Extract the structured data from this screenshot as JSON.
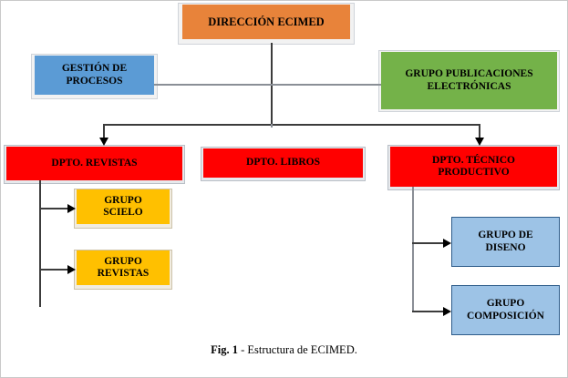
{
  "figure": {
    "caption_label": "Fig. 1",
    "caption_text": " - Estructura de ECIMED."
  },
  "colors": {
    "orange": "#E8833A",
    "blue": "#5B9BD5",
    "green": "#74B249",
    "red": "#FF0000",
    "yellow": "#FFC000",
    "light_blue": "#9DC3E6",
    "connector": "#3C3C3C"
  },
  "nodes": {
    "direccion": {
      "label": "DIRECCIÓN ECIMED",
      "color": "orange",
      "level": "1"
    },
    "gestion": {
      "label": "GESTIÓN DE PROCESOS",
      "line1": "GESTIÓN DE",
      "line2": "PROCESOS",
      "color": "blue",
      "level": "2"
    },
    "publicaciones": {
      "label": "GRUPO PUBLICACIONES ELECTRÓNICAS",
      "line1": "GRUPO PUBLICACIONES",
      "line2": "ELECTRÓNICAS",
      "color": "green",
      "level": "2"
    },
    "revistas": {
      "label": "DPTO. REVISTAS",
      "color": "red",
      "level": "3"
    },
    "libros": {
      "label": "DPTO. LIBROS",
      "color": "red",
      "level": "3"
    },
    "tecnico": {
      "label": "DPTO. TÉCNICO PRODUCTIVO",
      "line1": "DPTO. TÉCNICO",
      "line2": "PRODUCTIVO",
      "color": "red",
      "level": "3"
    },
    "scielo": {
      "label": "GRUPO SCIELO",
      "line1": "GRUPO",
      "line2": "SCIELO",
      "color": "yellow",
      "level": "4"
    },
    "grupo_revistas": {
      "label": "GRUPO REVISTAS",
      "line1": "GRUPO",
      "line2": "REVISTAS",
      "color": "yellow",
      "level": "4"
    },
    "diseno": {
      "label": "GRUPO DE DISENO",
      "line1": "GRUPO DE",
      "line2": "DISENO",
      "color": "light_blue",
      "level": "4"
    },
    "composicion": {
      "label": "GRUPO COMPOSICIÓN",
      "line1": "GRUPO",
      "line2": "COMPOSICIÓN",
      "color": "light_blue",
      "level": "4"
    }
  }
}
